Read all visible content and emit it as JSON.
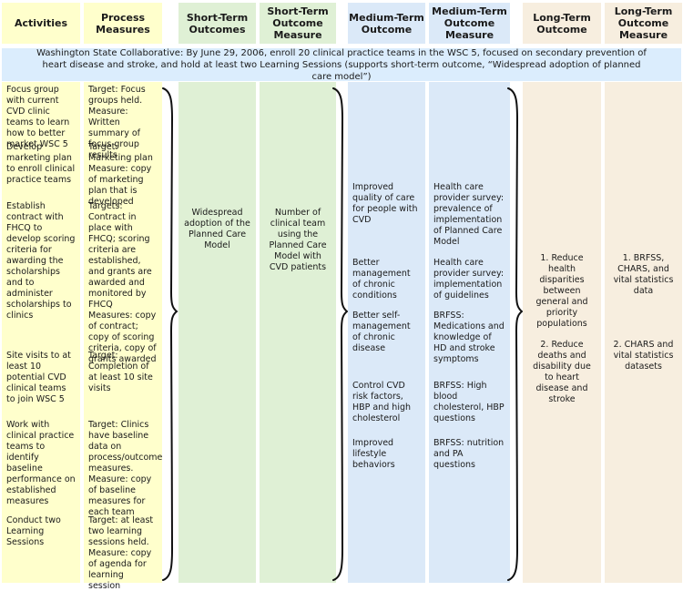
{
  "banner": {
    "text": "Washington State Collaborative: By June 29, 2006, enroll 20 clinical practice teams in the WSC 5, focused on secondary prevention of heart disease and stroke, and hold at least two Learning Sessions (supports short-term outcome, “Widespread adoption of planned care model”)"
  },
  "columns": [
    {
      "header": "Activities",
      "items": [
        "Focus group with current CVD clinic teams to learn how to better market WSC 5",
        "Develop marketing plan to enroll clinical practice teams",
        "Establish contract with FHCQ to develop scoring criteria for awarding the scholarships and to administer scholarships to clinics",
        "Site visits to at least 10 potential CVD clinical teams to join WSC 5",
        "Work with clinical practice teams to identify baseline performance on established measures",
        "Conduct two Learning Sessions"
      ]
    },
    {
      "header": "Process Measures",
      "items": [
        "Target: Focus groups held.\nMeasure: Written summary of focus group results",
        "Target: Marketing plan\nMeasure: copy of marketing plan that is developed",
        "Targets: Contract in place with FHCQ; scoring criteria are established, and grants are awarded and monitored by FHCQ\nMeasures: copy of contract; copy of scoring criteria, copy of grants awarded",
        "Target: Completion of at least 10 site visits",
        "Target: Clinics have baseline data on process/outcome measures.\nMeasure: copy of baseline measures for each team",
        "Target: at least two learning sessions held.\nMeasure: copy of agenda for learning session"
      ]
    },
    {
      "header": "Short-Term Outcomes",
      "items": [
        "Widespread adoption of the Planned Care Model"
      ]
    },
    {
      "header": "Short-Term Outcome Measure",
      "items": [
        "Number of clinical team using the Planned Care Model with CVD patients"
      ]
    },
    {
      "header": "Medium-Term Outcome",
      "items": [
        "Improved quality of care for people with CVD",
        "Better management of chronic conditions",
        "Better self-management of chronic disease",
        "Control CVD risk factors, HBP and high cholesterol",
        "Improved lifestyle behaviors"
      ]
    },
    {
      "header": "Medium-Term Outcome Measure",
      "items": [
        "Health care provider survey: prevalence of implementation of Planned Care Model",
        "Health care provider survey: implementation of guidelines",
        "BRFSS: Medications and knowledge of HD and stroke symptoms",
        "BRFSS: High blood cholesterol, HBP questions",
        "BRFSS: nutrition and PA questions"
      ]
    },
    {
      "header": "Long-Term Outcome",
      "items": [
        "1. Reduce health disparities between general and priority populations",
        "2. Reduce deaths and disability due to heart disease and stroke"
      ]
    },
    {
      "header": "Long-Term Outcome Measure",
      "items": [
        "1. BRFSS, CHARS, and vital statistics data",
        "2. CHARS and vital statistics datasets"
      ]
    }
  ],
  "colors": {
    "activities": "#FFFFCC",
    "short_term": "#DFF0D5",
    "medium_term": "#DBE9F8",
    "long_term": "#F7EEDF",
    "banner": "#DBEDFD",
    "brace": "#111111"
  }
}
